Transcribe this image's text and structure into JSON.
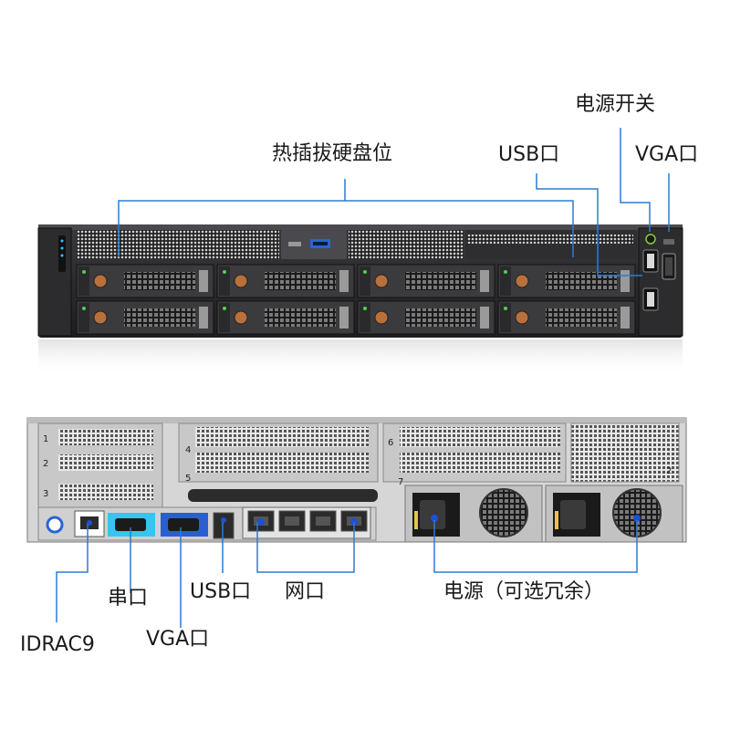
{
  "front_labels": {
    "hot_swap_bays": "热插拔硬盘位",
    "usb_port": "USB口",
    "power_switch": "电源开关",
    "vga_port": "VGA口"
  },
  "rear_labels": {
    "serial_port": "串口",
    "usb_port": "USB口",
    "network_port": "网口",
    "power_supply": "电源（可选冗余）",
    "idrac": "IDRAC9",
    "vga_port": "VGA口"
  },
  "slot_numbers": [
    "1",
    "2",
    "3",
    "4",
    "5",
    "6",
    "7"
  ],
  "rear_small_mark": "2",
  "colors": {
    "callout_line": "#2b7bd6",
    "chassis_dark": "#2a2a2c",
    "chassis_light": "#d8d8d8",
    "serial_highlight": "#38c3f0",
    "vga_highlight": "#2a5fd0",
    "port_marker": "#1e4fd8"
  }
}
